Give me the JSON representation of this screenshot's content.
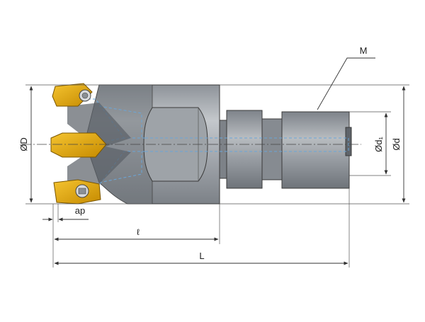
{
  "labels": {
    "thread": "M",
    "body_diameter": "ØD",
    "shank_diameter": "Ød",
    "neck_diameter": "Ød₁",
    "depth_of_cut": "ap",
    "head_length": "ℓ",
    "overall_length": "L"
  },
  "colors": {
    "body": "#a9adb3",
    "insert": "#e0a100",
    "coolant": "#6aa6d8",
    "line": "#333333"
  }
}
